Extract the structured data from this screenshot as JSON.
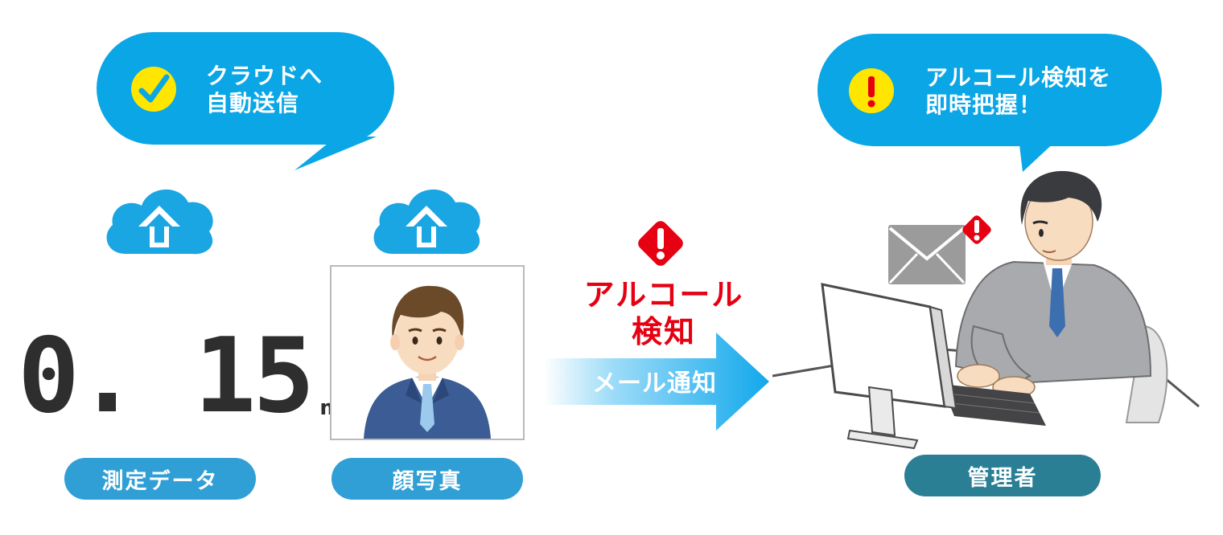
{
  "bubble_left": {
    "line1": "クラウドへ",
    "line2": "自動送信",
    "icon": "check-icon"
  },
  "bubble_right": {
    "line1": "アルコール検知を",
    "line2": "即時把握！",
    "icon": "exclamation-icon"
  },
  "measurement": {
    "value": "0. 15",
    "unit": "mg/L"
  },
  "labels": {
    "data": "測定データ",
    "photo": "顔写真",
    "admin": "管理者"
  },
  "alert": {
    "line1": "アルコール",
    "line2": "検知"
  },
  "arrow": {
    "label": "メール通知"
  },
  "colors": {
    "bubble": "#0aa6e6",
    "pill": "#2f9fd6",
    "admin_pill": "#2a7f95",
    "alert": "#e60012",
    "check_bg": "#ffe600"
  }
}
